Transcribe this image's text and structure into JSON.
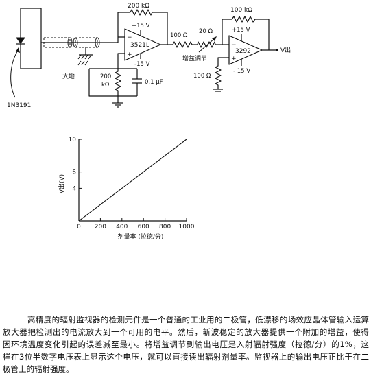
{
  "circuit": {
    "diode_label": "1N3191",
    "ground_label": "大地",
    "opamp1": {
      "label": "3521L",
      "vpos": "+15 V",
      "vneg": "-15 V",
      "minus": "−",
      "plus": "+",
      "feedback": "200 kΩ"
    },
    "rc": {
      "resistor_value": "200",
      "resistor_unit": "kΩ",
      "capacitor": "0.1 μF"
    },
    "r_series": "100 Ω",
    "pot": "20 Ω",
    "gain_label": "增益调节",
    "opamp2": {
      "label": "3292",
      "vpos": "+15 V",
      "vneg": "- 15 V",
      "minus": "−",
      "plus": "+",
      "feedback": "100 kΩ"
    },
    "r_ground": "100 Ω",
    "output_label": "V出"
  },
  "chart_data": {
    "type": "line",
    "x": [
      0,
      1000
    ],
    "series": [
      {
        "values": [
          0,
          10
        ]
      }
    ],
    "xlabel": "剂量率 (拉德/分)",
    "ylabel": "V出(V)",
    "xlim": [
      0,
      1000
    ],
    "ylim": [
      0,
      10
    ],
    "x_ticks": [
      0,
      200,
      400,
      600,
      800,
      1000
    ],
    "y_ticks": [
      4,
      6,
      10
    ],
    "grid": false
  },
  "description": {
    "lines": [
      "高精度的辐射监视器的检测元件是一个普通的工业用的二极管，低漂移的场效应晶体管输入运算",
      "放大器把检测出的电流放大到一个可用的电平。然后，斩波稳定的放大器提供一个附加的增益，使得",
      "因环境温度变化引起的误差减至最小。将增益调节到输出电压是入射辐射强度（拉德/分）的1%，这",
      "样在3位半数字电压表上显示这个电压，就可以直接读出辐射剂量率。监视器上的输出电压正比于在二",
      "极管上的辐射强度。"
    ]
  }
}
